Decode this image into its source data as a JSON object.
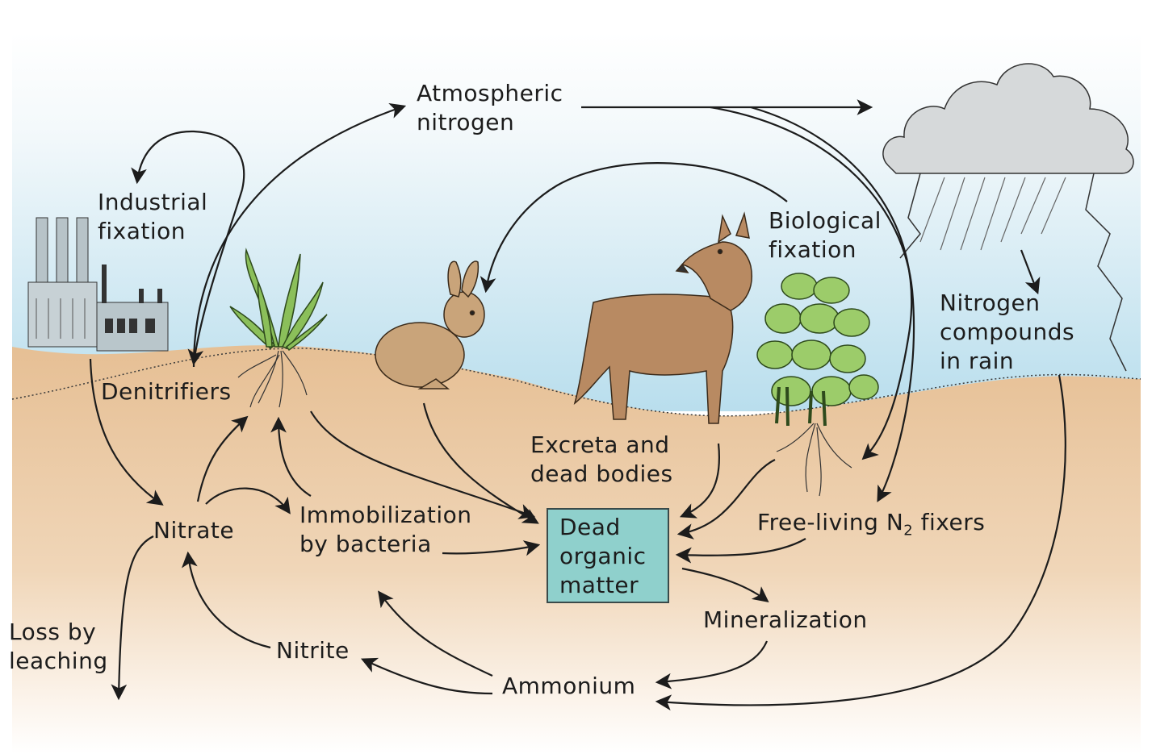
{
  "labels": {
    "atmospheric": [
      "Atmospheric",
      "nitrogen"
    ],
    "industrial": [
      "Industrial",
      "fixation"
    ],
    "biological": [
      "Biological",
      "fixation"
    ],
    "rain": [
      "Nitrogen",
      "compounds",
      "in rain"
    ],
    "denitrifiers": "Denitrifiers",
    "excreta": [
      "Excreta and",
      "dead bodies"
    ],
    "dead_organic": [
      "Dead",
      "organic",
      "matter"
    ],
    "free_living_prefix": "Free-living N",
    "free_living_sub": "2",
    "free_living_suffix": " fixers",
    "nitrate": "Nitrate",
    "immobilization": [
      "Immobilization",
      "by bacteria"
    ],
    "mineralization": "Mineralization",
    "loss": [
      "Loss by",
      "leaching"
    ],
    "nitrite": "Nitrite",
    "ammonium": "Ammonium"
  },
  "colors": {
    "sky_top": "#ffffff",
    "sky_bottom": "#bfe0ee",
    "soil": "#e9c49c",
    "soil_light": "#fbf3ea",
    "box_fill": "#8fd0cc",
    "arrow": "#1c1c1c"
  },
  "icons": [
    "factory-icon",
    "grass-plant-icon",
    "rabbit-icon",
    "coyote-icon",
    "bean-plant-icon",
    "rain-cloud-icon",
    "lightning-icon"
  ]
}
